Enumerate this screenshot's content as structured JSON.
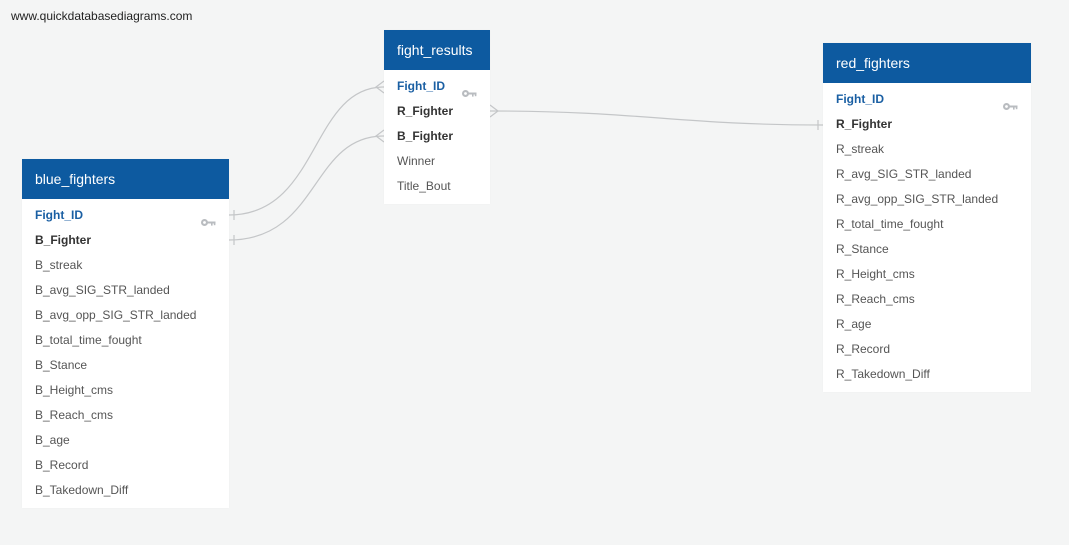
{
  "watermark": "www.quickdatabasediagrams.com",
  "tables": {
    "blue_fighters": {
      "title": "blue_fighters",
      "columns": [
        {
          "name": "Fight_ID",
          "kind": "pk"
        },
        {
          "name": "B_Fighter",
          "kind": "fk"
        },
        {
          "name": "B_streak",
          "kind": "plain"
        },
        {
          "name": "B_avg_SIG_STR_landed",
          "kind": "plain"
        },
        {
          "name": "B_avg_opp_SIG_STR_landed",
          "kind": "plain"
        },
        {
          "name": "B_total_time_fought",
          "kind": "plain"
        },
        {
          "name": "B_Stance",
          "kind": "plain"
        },
        {
          "name": "B_Height_cms",
          "kind": "plain"
        },
        {
          "name": "B_Reach_cms",
          "kind": "plain"
        },
        {
          "name": "B_age",
          "kind": "plain"
        },
        {
          "name": "B_Record",
          "kind": "plain"
        },
        {
          "name": "B_Takedown_Diff",
          "kind": "plain"
        }
      ]
    },
    "fight_results": {
      "title": "fight_results",
      "columns": [
        {
          "name": "Fight_ID",
          "kind": "pk"
        },
        {
          "name": "R_Fighter",
          "kind": "fk"
        },
        {
          "name": "B_Fighter",
          "kind": "fk"
        },
        {
          "name": "Winner",
          "kind": "plain"
        },
        {
          "name": "Title_Bout",
          "kind": "plain"
        }
      ]
    },
    "red_fighters": {
      "title": "red_fighters",
      "columns": [
        {
          "name": "Fight_ID",
          "kind": "pk"
        },
        {
          "name": "R_Fighter",
          "kind": "fk"
        },
        {
          "name": "R_streak",
          "kind": "plain"
        },
        {
          "name": "R_avg_SIG_STR_landed",
          "kind": "plain"
        },
        {
          "name": "R_avg_opp_SIG_STR_landed",
          "kind": "plain"
        },
        {
          "name": "R_total_time_fought",
          "kind": "plain"
        },
        {
          "name": "R_Stance",
          "kind": "plain"
        },
        {
          "name": "R_Height_cms",
          "kind": "plain"
        },
        {
          "name": "R_Reach_cms",
          "kind": "plain"
        },
        {
          "name": "R_age",
          "kind": "plain"
        },
        {
          "name": "R_Record",
          "kind": "plain"
        },
        {
          "name": "R_Takedown_Diff",
          "kind": "plain"
        }
      ]
    }
  },
  "colors": {
    "header_bg": "#0d5aa0",
    "pk_text": "#1a5fa3",
    "connector": "#c4c6c8",
    "canvas_bg": "#f4f5f5"
  },
  "icons": {
    "primary_key": "key-icon"
  }
}
